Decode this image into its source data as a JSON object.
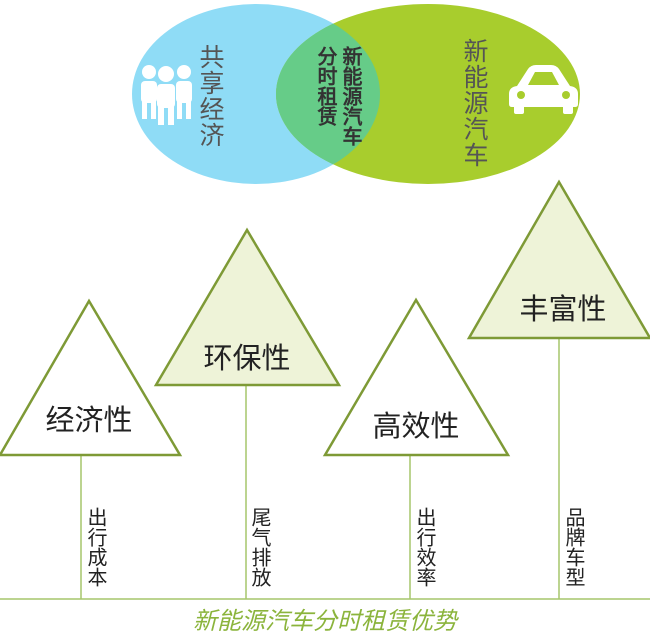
{
  "venn": {
    "left_label": "共享经济",
    "right_label": "新能源汽车",
    "center_label_col1": "新能源汽车",
    "center_label_col2": "分时租赁",
    "left_color": "#8fdcf6",
    "right_color": "#a8cd2d",
    "overlap_color": "#66cc88",
    "left_icon": "people-icon",
    "right_icon": "car-icon"
  },
  "triangles": [
    {
      "title": "经济性",
      "caption": "出行成本",
      "fill": "#ffffff"
    },
    {
      "title": "环保性",
      "caption": "尾气排放",
      "fill": "#eef3d8"
    },
    {
      "title": "高效性",
      "caption": "出行效率",
      "fill": "#ffffff"
    },
    {
      "title": "丰富性",
      "caption": "品牌车型",
      "fill": "#eef3d8"
    }
  ],
  "footer": {
    "text": "新能源汽车分时租赁优势"
  },
  "colors": {
    "triangle_stroke": "#7e9a36",
    "stem": "#a6c66c",
    "baseline": "#a6c66c"
  }
}
